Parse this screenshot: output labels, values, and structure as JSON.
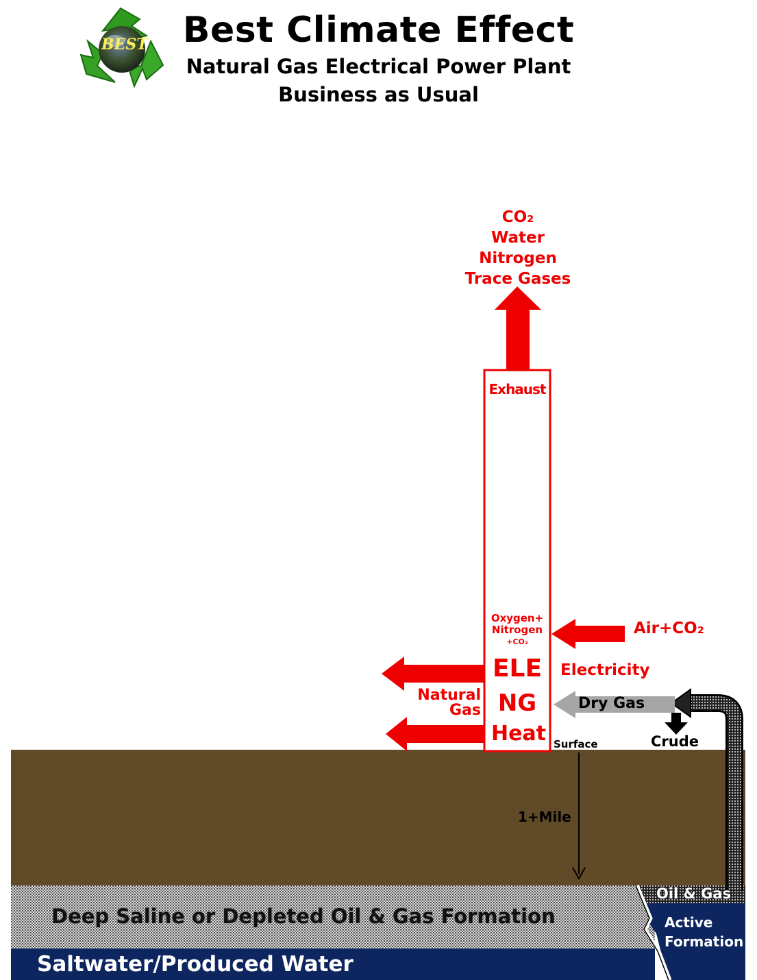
{
  "header": {
    "title": "Best Climate Effect",
    "subtitle": "Natural Gas Electrical Power Plant",
    "subtitle2": "Business as Usual",
    "logo_text": "BEST"
  },
  "emissions": {
    "line1": "CO₂",
    "line2": "Water",
    "line3": "Nitrogen",
    "line4": "Trace Gases"
  },
  "stack": {
    "exhaust": "Exhaust",
    "inputs": {
      "line1": "Oxygen+",
      "line2": "Nitrogen",
      "line3": "+CO₂"
    },
    "ele": "ELE",
    "ng": "NG",
    "heat": "Heat"
  },
  "flows": {
    "air": "Air+CO₂",
    "electricity": "Electricity",
    "natural_gas_line1": "Natural",
    "natural_gas_line2": "Gas",
    "dry_gas": "Dry Gas",
    "crude": "Crude"
  },
  "ground": {
    "surface": "Surface",
    "depth": "1+Mile",
    "formation": "Deep Saline or Depleted Oil & Gas Formation",
    "saltwater": "Saltwater/Produced Water",
    "oil_gas": "Oil & Gas",
    "active_line1": "Active",
    "active_line2": "Formation"
  },
  "colors": {
    "red": "#ee0000",
    "ground": "#614a28",
    "water": "#0d2660",
    "formation": "#bdbdbd",
    "dry_gas": "#a6a6a6"
  }
}
